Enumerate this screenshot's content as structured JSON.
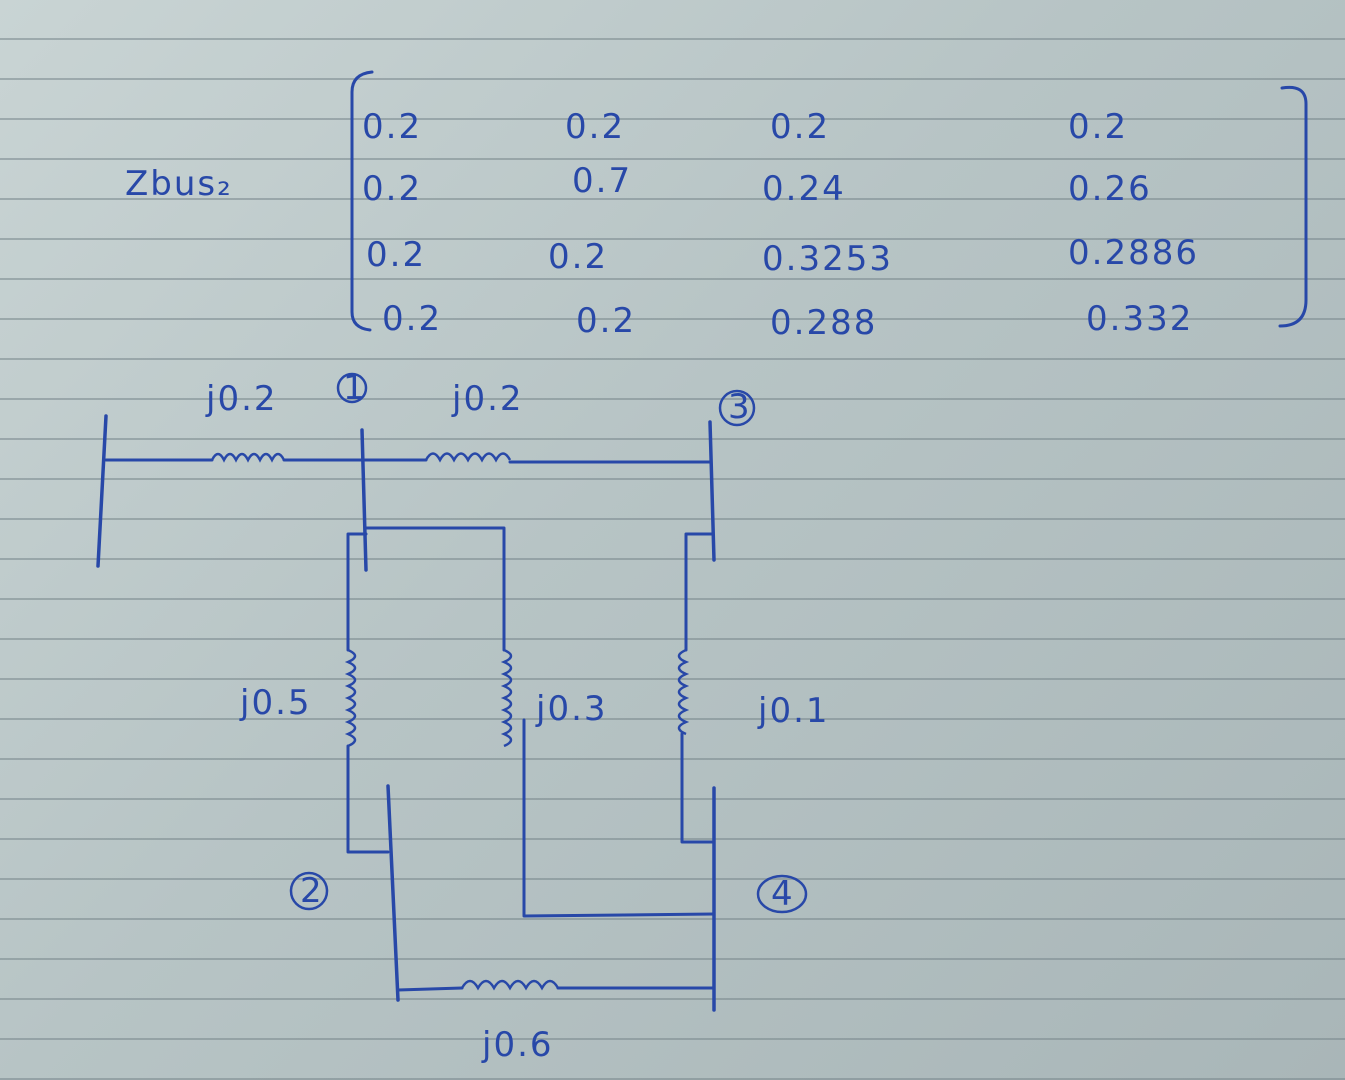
{
  "matrix": {
    "label": "Zbus₂",
    "rows": [
      [
        "0.2",
        "0.2",
        "0.2",
        "0.2"
      ],
      [
        "0.2",
        "0.7",
        "0.24",
        "0.26"
      ],
      [
        "0.2",
        "0.2",
        "0.3253",
        "0.2886"
      ],
      [
        "0.2",
        "0.2",
        "0.288",
        "0.332"
      ]
    ]
  },
  "circuit": {
    "buses": [
      {
        "id": "b1",
        "label": "1"
      },
      {
        "id": "b2",
        "label": "2"
      },
      {
        "id": "b3",
        "label": "3"
      },
      {
        "id": "b4",
        "label": "4"
      }
    ],
    "impedances": [
      {
        "id": "z_ref_1",
        "label": "j0.2"
      },
      {
        "id": "z_1_3",
        "label": "j0.2"
      },
      {
        "id": "z_1_2",
        "label": "j0.5"
      },
      {
        "id": "z_1_4",
        "label": "j0.3"
      },
      {
        "id": "z_3_4",
        "label": "j0.1"
      },
      {
        "id": "z_2_4",
        "label": "j0.6"
      }
    ]
  },
  "colors": {
    "ink": "#2848a8",
    "paper": "#b7c3c4",
    "rule": "#7a878c"
  }
}
